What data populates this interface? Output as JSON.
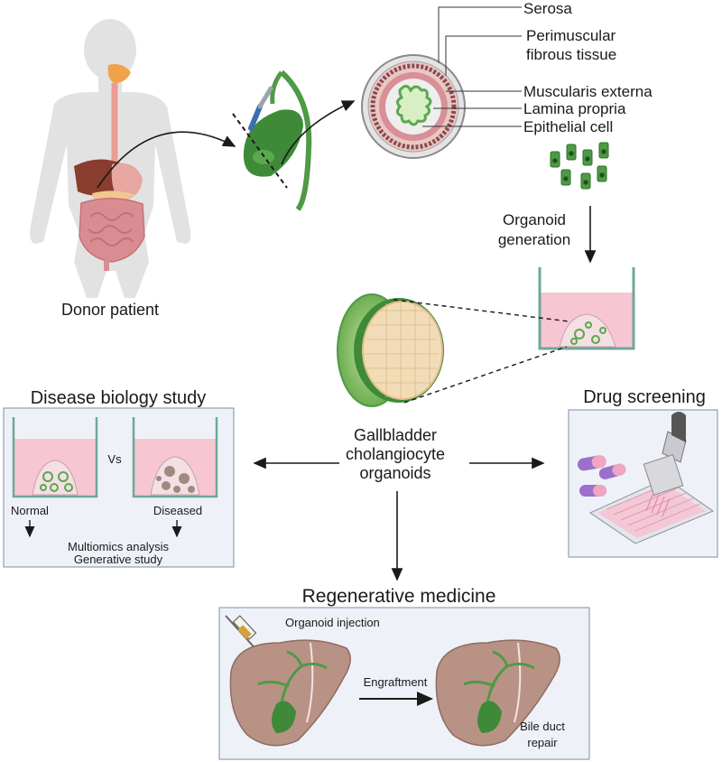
{
  "labels": {
    "donor": "Donor patient",
    "serosa": "Serosa",
    "perimuscular_1": "Perimuscular",
    "perimuscular_2": "fibrous tissue",
    "muscularis": "Muscularis externa",
    "lamina": "Lamina propria",
    "epithelial": "Epithelial cell",
    "organoid_gen_1": "Organoid",
    "organoid_gen_2": "generation",
    "gco_1": "Gallbladder",
    "gco_2": "cholangiocyte",
    "gco_3": "organoids"
  },
  "disease": {
    "title": "Disease biology study",
    "normal": "Normal",
    "vs": "Vs",
    "diseased": "Diseased",
    "out_1": "Multiomics analysis",
    "out_2": "Generative study"
  },
  "drug": {
    "title": "Drug screening"
  },
  "regen": {
    "title": "Regenerative medicine",
    "injection": "Organoid injection",
    "engraft": "Engraftment",
    "repair_1": "Bile duct",
    "repair_2": "repair"
  },
  "colors": {
    "panel_bg": "#eef2f8",
    "panel_border": "#7a8fa8",
    "medium_pink": "#f7c6d3",
    "organoid_green": "#4f9a45",
    "liver": "#b99286",
    "gallbladder": "#3e8a38"
  }
}
